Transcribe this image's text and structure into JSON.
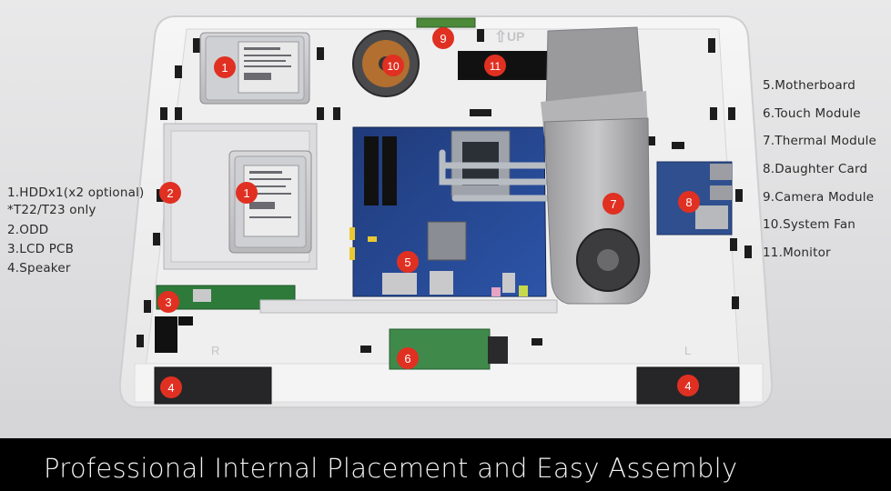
{
  "legend_left": [
    "1.HDDx1(x2 optional)",
    "*T22/T23 only",
    "2.ODD",
    "3.LCD PCB",
    "4.Speaker"
  ],
  "legend_right": [
    "5.Motherboard",
    "6.Touch Module",
    "7.Thermal Module",
    "8.Daughter Card",
    "9.Camera Module",
    "10.System Fan",
    "11.Monitor"
  ],
  "markers": [
    "1",
    "1",
    "2",
    "3",
    "4",
    "4",
    "5",
    "6",
    "7",
    "8",
    "9",
    "10",
    "11"
  ],
  "chassis_labels": {
    "up": "UP",
    "right_side": "R",
    "left_side": "L"
  },
  "footer_title": "Professional Internal Placement and Easy Assembly",
  "colors": {
    "marker": "#e03022",
    "footer_bg": "#000000",
    "footer_text": "#f2f2f2"
  }
}
